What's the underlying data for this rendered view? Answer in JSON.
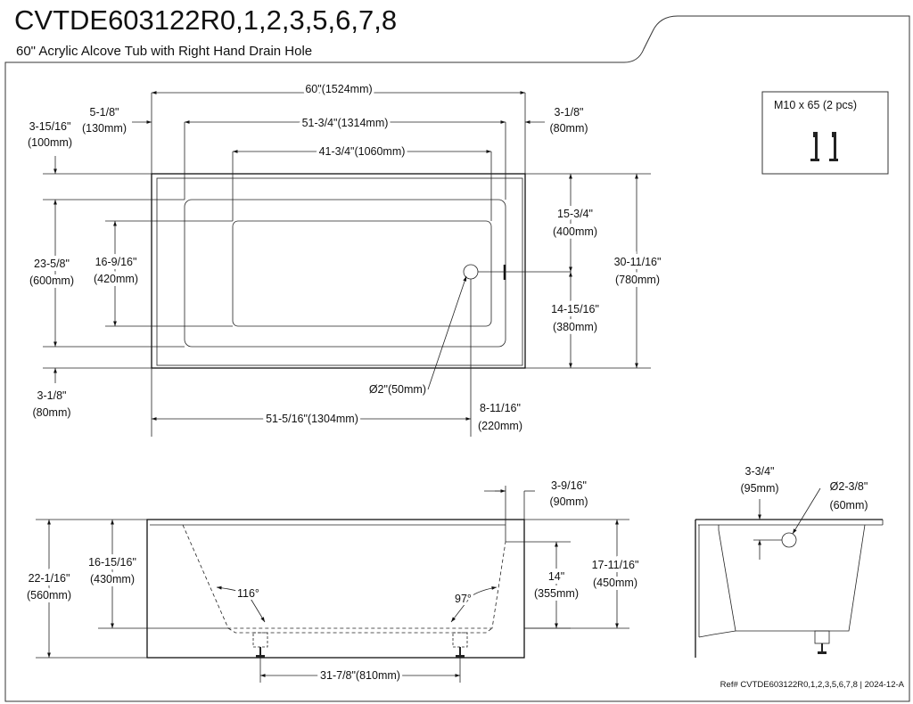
{
  "header": {
    "title": "CVTDE603122R0,1,2,3,5,6,7,8",
    "subtitle": "60\" Acrylic Alcove Tub with Right Hand Drain Hole"
  },
  "hardware": {
    "label": "M10 x 65 (2 pcs)"
  },
  "top_view": {
    "overall_width": "60\"(1524mm)",
    "inner_width": "51-3/4\"(1314mm)",
    "bottom_width": "41-3/4\"(1060mm)",
    "left_offset": [
      "5-1/8\"",
      "(130mm)"
    ],
    "top_offset": [
      "3-15/16\"",
      "(100mm)"
    ],
    "right_offset": [
      "3-1/8\"",
      "(80mm)"
    ],
    "inner_depth": [
      "23-5/8\"",
      "(600mm)"
    ],
    "bottom_depth": [
      "16-9/16\"",
      "(420mm)"
    ],
    "drain_upper": [
      "15-3/4\"",
      "(400mm)"
    ],
    "drain_lower": [
      "14-15/16\"",
      "(380mm)"
    ],
    "overall_depth": [
      "30-11/16\"",
      "(780mm)"
    ],
    "bottom_offset": [
      "3-1/8\"",
      "(80mm)"
    ],
    "drain_dia": "Ø2\"(50mm)",
    "drain_from_left": "51-5/16\"(1304mm)",
    "drain_from_right": [
      "8-11/16\"",
      "(220mm)"
    ]
  },
  "front_view": {
    "overall_height": [
      "22-1/16\"",
      "(560mm)"
    ],
    "inner_depth": [
      "16-15/16\"",
      "(430mm)"
    ],
    "left_angle": "116°",
    "right_angle": "97°",
    "rim": [
      "3-9/16\"",
      "(90mm)"
    ],
    "overflow_height": [
      "14\"",
      "(355mm)"
    ],
    "flange_height": [
      "17-11/16\"",
      "(450mm)"
    ],
    "feet_spacing": "31-7/8\"(810mm)"
  },
  "side_view": {
    "rim_offset": [
      "3-3/4\"",
      "(95mm)"
    ],
    "overflow_dia": [
      "Ø2-3/8\"",
      "(60mm)"
    ]
  },
  "footer": {
    "ref": "Ref# CVTDE603122R0,1,2,3,5,6,7,8 | 2024-12-A"
  }
}
